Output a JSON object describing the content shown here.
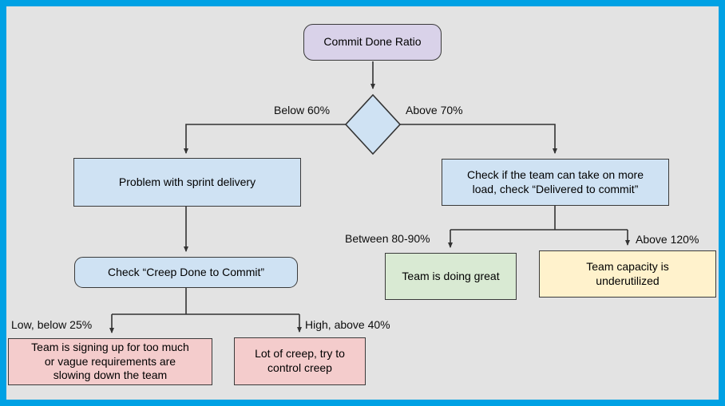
{
  "colors": {
    "page_border": "#00a1e4",
    "canvas_background": "#e3e3e3",
    "connector": "#333333",
    "node_border": "#3a3a3a"
  },
  "nodes": {
    "commit_done_ratio": {
      "label": "Commit Done Ratio",
      "shape": "rounded-rect",
      "fill": "#d9d2e9"
    },
    "decision": {
      "label": "",
      "shape": "diamond",
      "fill": "#cfe2f3"
    },
    "problem_sprint_delivery": {
      "label": "Problem with sprint delivery",
      "shape": "rect",
      "fill": "#cfe2f3"
    },
    "check_creep_done_to_commit": {
      "label": "Check “Creep Done to Commit”",
      "shape": "rounded-rect",
      "fill": "#cfe2f3"
    },
    "check_team_load": {
      "label": "Check if the team can take on more\nload, check “Delivered to commit”",
      "shape": "rect",
      "fill": "#cfe2f3"
    },
    "team_overcommit": {
      "label": "Team is signing up for too much\nor vague requirements are\nslowing down the team",
      "shape": "rect",
      "fill": "#f4cccc"
    },
    "lot_of_creep": {
      "label": "Lot of creep, try to\ncontrol creep",
      "shape": "rect",
      "fill": "#f4cccc"
    },
    "team_doing_great": {
      "label": "Team is doing great",
      "shape": "rect",
      "fill": "#d9ead3"
    },
    "team_capacity_underutilized": {
      "label": "Team capacity is\nunderutilized",
      "shape": "rect",
      "fill": "#fff2cc"
    }
  },
  "edges": [
    {
      "from": "commit_done_ratio",
      "to": "decision",
      "label": ""
    },
    {
      "from": "decision",
      "to": "problem_sprint_delivery",
      "label": "Below 60%"
    },
    {
      "from": "decision",
      "to": "check_team_load",
      "label": "Above 70%"
    },
    {
      "from": "problem_sprint_delivery",
      "to": "check_creep_done_to_commit",
      "label": ""
    },
    {
      "from": "check_creep_done_to_commit",
      "to": "team_overcommit",
      "label": "Low, below 25%"
    },
    {
      "from": "check_creep_done_to_commit",
      "to": "lot_of_creep",
      "label": "High, above 40%"
    },
    {
      "from": "check_team_load",
      "to": "team_doing_great",
      "label": "Between 80-90%"
    },
    {
      "from": "check_team_load",
      "to": "team_capacity_underutilized",
      "label": "Above 120%"
    }
  ]
}
